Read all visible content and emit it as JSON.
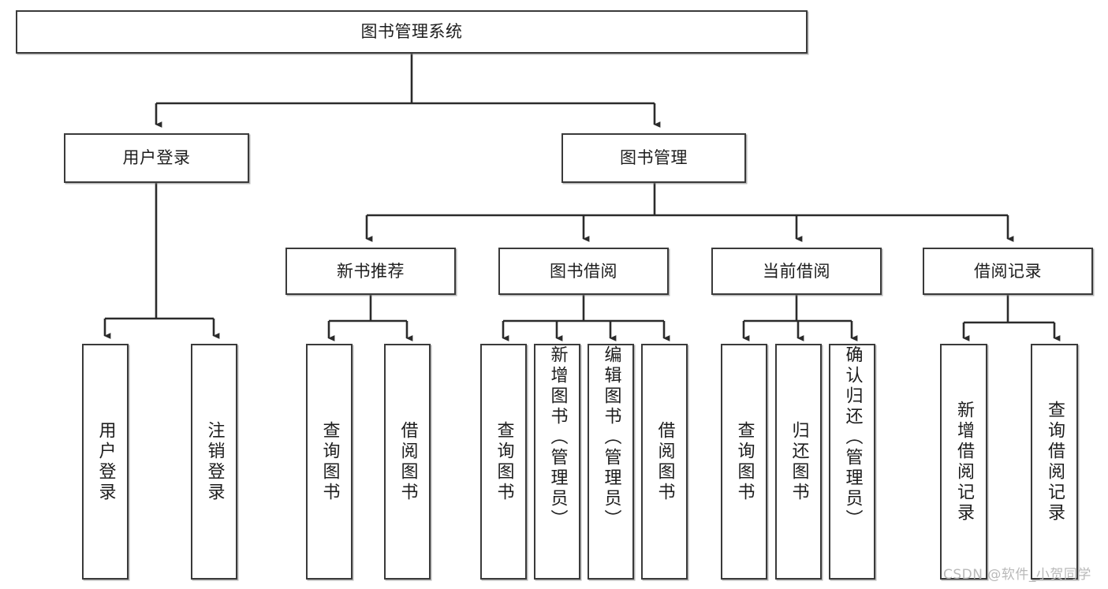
{
  "diagram": {
    "title": "图书管理系统",
    "type": "function-hierarchy-tree",
    "root": {
      "id": "root",
      "label": "图书管理系统"
    },
    "level2": [
      {
        "id": "user-login",
        "label": "用户登录"
      },
      {
        "id": "book-management",
        "label": "图书管理"
      }
    ],
    "level3": [
      {
        "id": "new-book-recommend",
        "label": "新书推荐"
      },
      {
        "id": "book-borrow",
        "label": "图书借阅"
      },
      {
        "id": "current-borrow",
        "label": "当前借阅"
      },
      {
        "id": "borrow-record",
        "label": "借阅记录"
      }
    ],
    "leaves": {
      "user_login": [
        {
          "id": "leaf-user-login",
          "label": "用户登录"
        },
        {
          "id": "leaf-logout-login",
          "label": "注销登录"
        }
      ],
      "new_book_recommend": [
        {
          "id": "leaf-query-book-1",
          "label": "查询图书"
        },
        {
          "id": "leaf-borrow-book-1",
          "label": "借阅图书"
        }
      ],
      "book_borrow": [
        {
          "id": "leaf-query-book-2",
          "label": "查询图书"
        },
        {
          "id": "leaf-add-book",
          "label": "新增图书（管理员）"
        },
        {
          "id": "leaf-edit-book",
          "label": "编辑图书（管理员）"
        },
        {
          "id": "leaf-borrow-book-2",
          "label": "借阅图书"
        }
      ],
      "current_borrow": [
        {
          "id": "leaf-query-book-3",
          "label": "查询图书"
        },
        {
          "id": "leaf-return-book",
          "label": "归还图书"
        },
        {
          "id": "leaf-confirm-return",
          "label": "确认归还（管理员）"
        }
      ],
      "borrow_record": [
        {
          "id": "leaf-add-record",
          "label": "新增借阅记录"
        },
        {
          "id": "leaf-query-record",
          "label": "查询借阅记录"
        }
      ]
    },
    "colors": {
      "box_border": "#3a3a3a",
      "box_fill": "#ffffff",
      "connector": "#2b2b2b",
      "text": "#1d1d1d",
      "watermark": "#b9b9b9"
    }
  },
  "watermark": {
    "text": "CSDN @软件_小贺同学"
  }
}
